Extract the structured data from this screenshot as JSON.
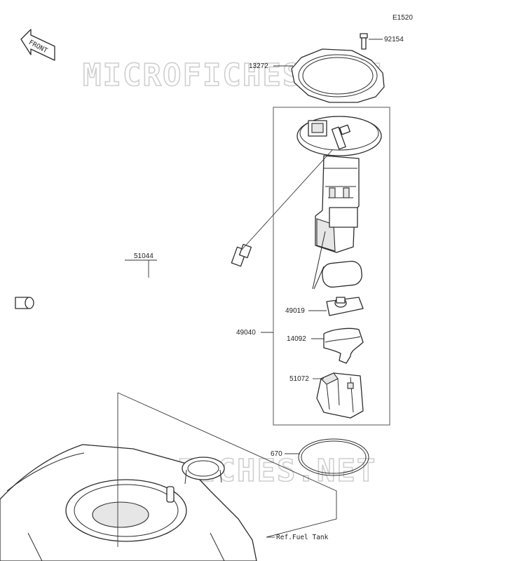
{
  "diagram_code": "E1520",
  "front_label": "FRONT",
  "watermark": "MICROFICHES.NET",
  "parts": {
    "bolt": "92154",
    "gasket_plate": "13272",
    "hose_assy": "51044",
    "pump_assy": "49040",
    "filter": "49019",
    "bracket": "14092",
    "cover": "51072",
    "o_ring": "670"
  },
  "reference": "Ref.Fuel Tank",
  "colors": {
    "line": "#2b2b2b",
    "watermark": "#cfcfcf",
    "background": "#ffffff"
  }
}
